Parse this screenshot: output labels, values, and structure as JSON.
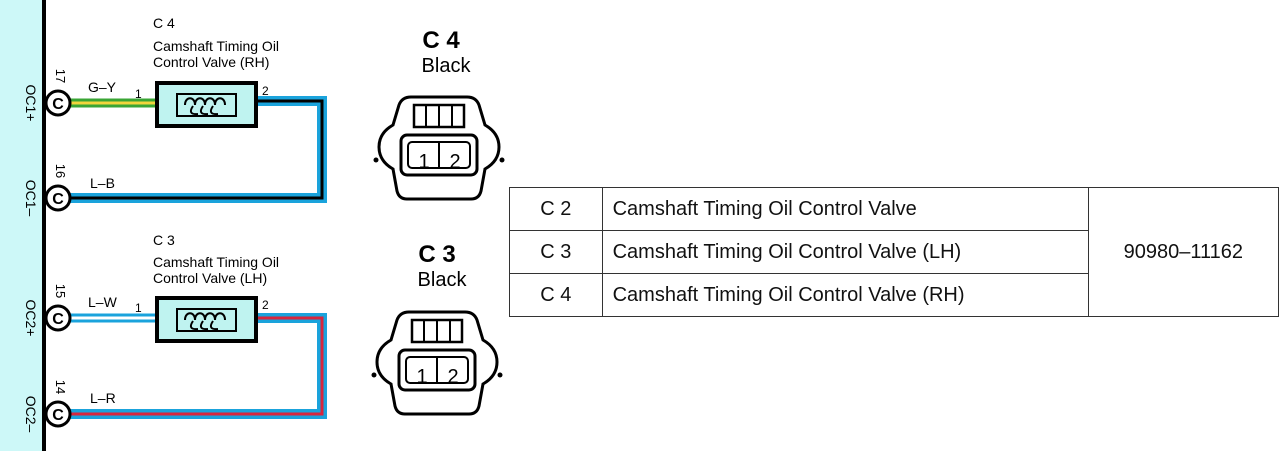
{
  "circuit": {
    "upper_valve": {
      "code": "C 4",
      "name_line1": "Camshaft Timing Oil",
      "name_line2": "Control Valve (RH)",
      "pin_left": "1",
      "pin_right": "2"
    },
    "lower_valve": {
      "code": "C 3",
      "name_line1": "Camshaft Timing Oil",
      "name_line2": "Control Valve (LH)",
      "pin_left": "1",
      "pin_right": "2"
    },
    "ecm_terminals": [
      {
        "pin": "17",
        "label": "OC1+",
        "wire": "G–Y",
        "connector": "C"
      },
      {
        "pin": "16",
        "label": "OC1–",
        "wire": "L–B",
        "connector": "C"
      },
      {
        "pin": "15",
        "label": "OC2+",
        "wire": "L–W",
        "connector": "C"
      },
      {
        "pin": "14",
        "label": "OC2–",
        "wire": "L–R",
        "connector": "C"
      }
    ]
  },
  "connectors": [
    {
      "code": "C 4",
      "color": "Black",
      "pin1": "1",
      "pin2": "2"
    },
    {
      "code": "C 3",
      "color": "Black",
      "pin1": "1",
      "pin2": "2"
    }
  ],
  "parts_table": {
    "rows": [
      {
        "code": "C 2",
        "name": "Camshaft Timing Oil Control Valve"
      },
      {
        "code": "C 3",
        "name": "Camshaft Timing Oil Control Valve (LH)"
      },
      {
        "code": "C 4",
        "name": "Camshaft Timing Oil Control Valve (RH)"
      }
    ],
    "part_number": "90980–11162"
  },
  "colors": {
    "ecm_panel": "#cdf8f8",
    "wire_blue": "#1aa3dc",
    "wire_green": "#3aa534",
    "wire_yellow": "#f2d53c",
    "wire_red": "#d7263d",
    "valve_fill": "#bff3f0"
  }
}
